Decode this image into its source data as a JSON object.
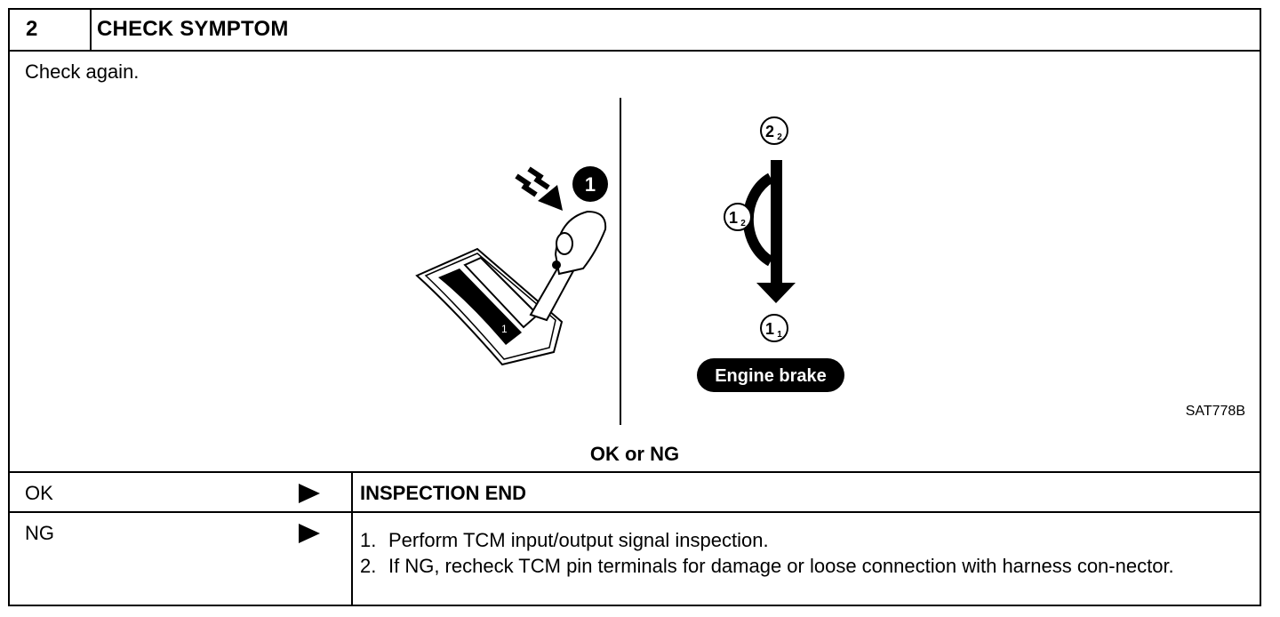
{
  "step": {
    "number": "2",
    "title": "CHECK SYMPTOM"
  },
  "instruction": "Check again.",
  "figure": {
    "callout_number": "1",
    "position_top": "2",
    "position_top_sub": "2",
    "position_mid": "1",
    "position_mid_sub": "2",
    "position_bottom": "1",
    "position_bottom_sub": "1",
    "lever_gate_label": "1",
    "engine_brake_label": "Engine brake",
    "figure_code": "SAT778B"
  },
  "result_question": "OK or NG",
  "outcomes": {
    "ok": {
      "label": "OK",
      "action": "INSPECTION END"
    },
    "ng": {
      "label": "NG",
      "steps": [
        {
          "num": "1.",
          "text": "Perform TCM input/output signal inspection."
        },
        {
          "num": "2.",
          "text": "If NG, recheck TCM pin terminals for damage or loose connection with harness con-nector."
        }
      ]
    }
  }
}
